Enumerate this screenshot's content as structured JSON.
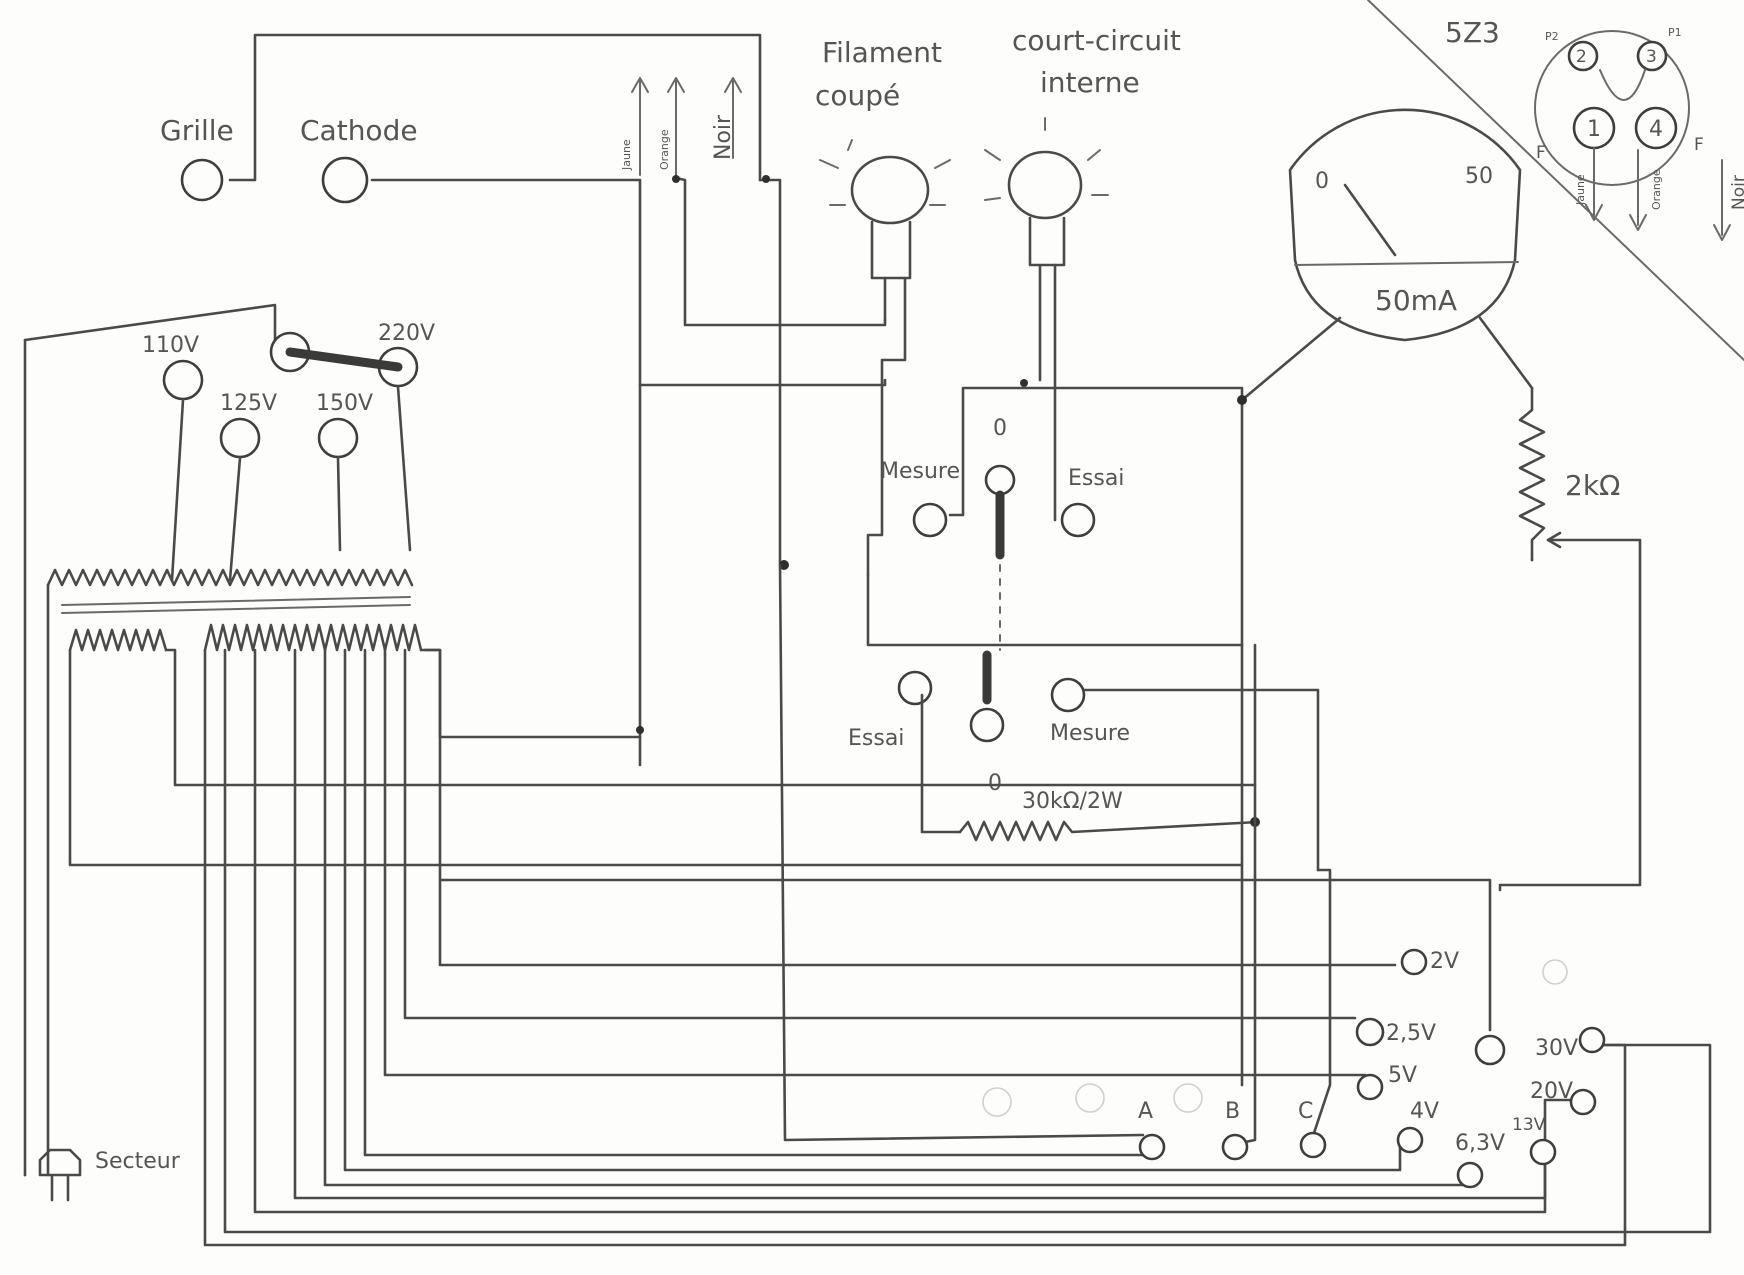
{
  "header": {
    "tube_type": "5Z3",
    "socket_pins": {
      "p2": "P2",
      "p1": "P1",
      "pin2": "2",
      "pin3": "3",
      "pin1": "1",
      "pin4": "4",
      "f_left": "F",
      "f_right": "F"
    },
    "socket_wires": {
      "jaune": "Jaune",
      "orange": "Orange",
      "noir": "Noir"
    }
  },
  "tube_terminals": {
    "grille": "Grille",
    "cathode": "Cathode"
  },
  "leads": {
    "jaune": "Jaune",
    "orange": "Orange",
    "noir": "Noir"
  },
  "lamps": {
    "filament_line1": "Filament",
    "filament_line2": "coupé",
    "short_line1": "court-circuit",
    "short_line2": "interne"
  },
  "meter": {
    "scale_min": "0",
    "scale_max": "50",
    "range": "50mA"
  },
  "potentiometer": {
    "value": "2kΩ"
  },
  "switch": {
    "top_zero": "0",
    "top_left": "Mesure",
    "top_right": "Essai",
    "bottom_left": "Essai",
    "bottom_right": "Mesure",
    "bottom_zero": "0"
  },
  "resistor": {
    "value": "30kΩ/2W"
  },
  "mains_selector": {
    "v110": "110V",
    "v125": "125V",
    "v150": "150V",
    "v220": "220V"
  },
  "mains_plug": {
    "label": "Secteur"
  },
  "outputs": {
    "v2": "2V",
    "v25": "2,5V",
    "v5": "5V",
    "v4": "4V",
    "v63": "6,3V",
    "v13": "13V",
    "v20": "20V",
    "v30": "30V",
    "a": "A",
    "b": "B",
    "c": "C"
  },
  "colors": {
    "pencil": "#4a4a4a",
    "paper": "#fdfdfb"
  }
}
